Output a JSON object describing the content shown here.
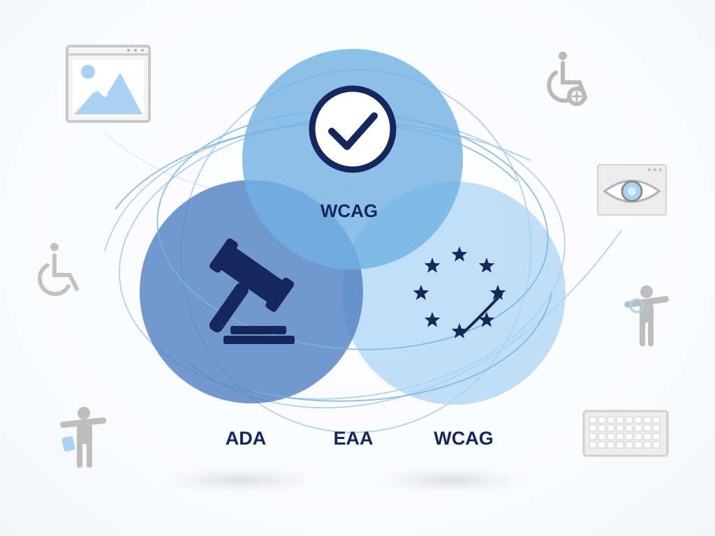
{
  "diagram": {
    "top_circle_label": "WCAG",
    "bottom_labels": {
      "left": "ADA",
      "center": "EAA",
      "right": "WCAG"
    }
  },
  "colors": {
    "navy": "#15275c",
    "circle_top": "#6fb0e3",
    "circle_left": "#4f80c0",
    "circle_right": "#a9d2f3",
    "orbit_line": "#8cbfe6",
    "side_icon_gray": "#b9b9b9"
  },
  "icons": {
    "top_circle": "checkmark-circle-icon",
    "left_circle": "gavel-icon",
    "right_circle": "eu-stars-icon",
    "side": [
      "image-window-icon",
      "wheelchair-plus-icon",
      "eye-window-icon",
      "wheelchair-icon",
      "accessibility-person-icon",
      "person-with-bag-icon",
      "keyboard-icon"
    ]
  }
}
